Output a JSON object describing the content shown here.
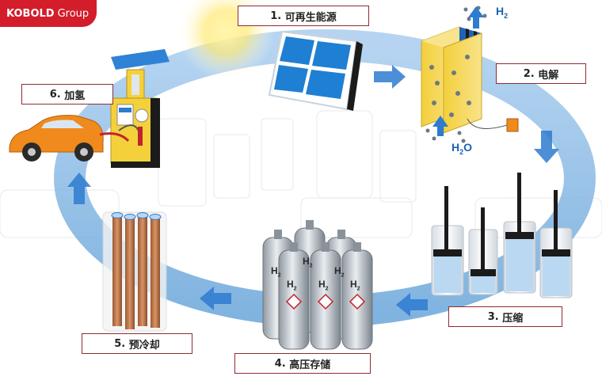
{
  "brand": {
    "name": "KOBOLD",
    "suffix": "Group"
  },
  "steps": [
    {
      "number": "1.",
      "label": "可再生能源"
    },
    {
      "number": "2.",
      "label": "电解"
    },
    {
      "number": "3.",
      "label": "压缩"
    },
    {
      "number": "4.",
      "label": "高压存储"
    },
    {
      "number": "5.",
      "label": "预冷却"
    },
    {
      "number": "6.",
      "label": "加氢"
    }
  ],
  "chem": {
    "h2": {
      "base": "H",
      "sub": "2"
    },
    "h2o": {
      "base": "H",
      "sub": "2",
      "tail": "O"
    }
  },
  "cylinder_mark": {
    "base": "H",
    "sub": "2"
  },
  "colors": {
    "brand_red": "#d31d2a",
    "ring_blue": "#7fb4df",
    "arrow_blue": "#2e7bd0",
    "box_border": "#8e2b33",
    "fuel_yellow": "#f4d13a",
    "car_orange": "#f08a1c"
  }
}
